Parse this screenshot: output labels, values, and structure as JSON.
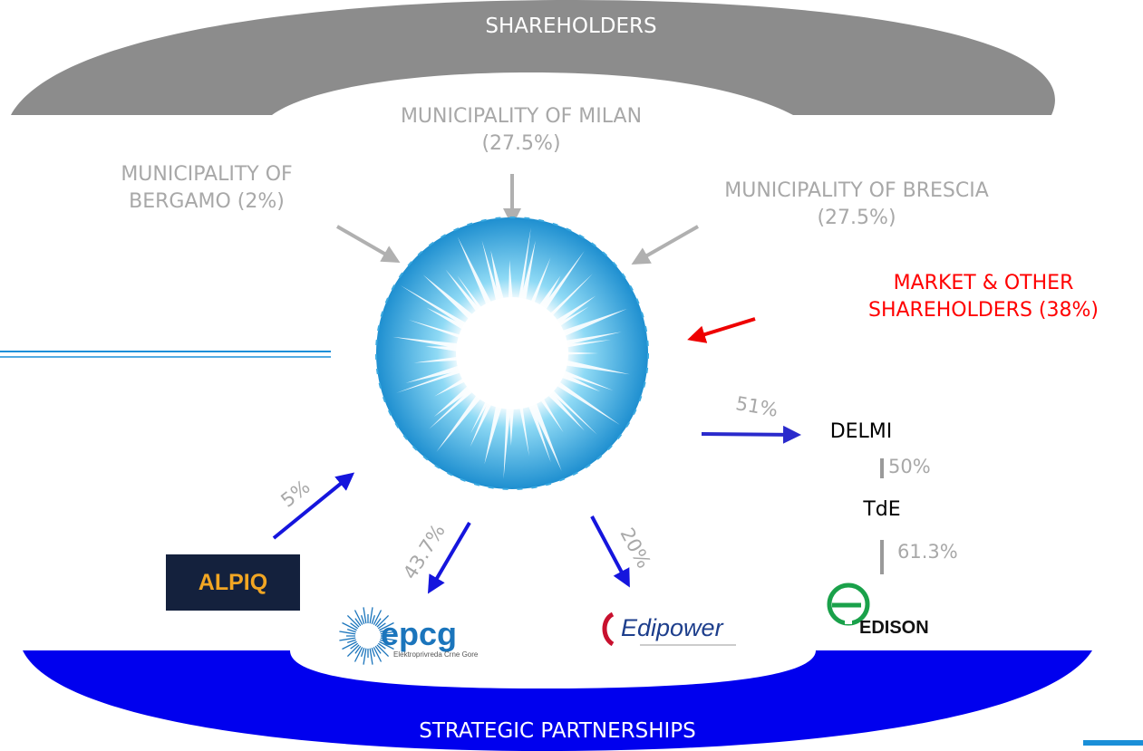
{
  "shareholders_label": "SHAREHOLDERS",
  "partnerships_label": "STRATEGIC PARTNERSHIPS",
  "shareholders": {
    "milan": "MUNICIPALITY OF MILAN\n(27.5%)",
    "bergamo": "MUNICIPALITY OF\nBERGAMO (2%)",
    "brescia": "MUNICIPALITY OF BRESCIA\n(27.5%)",
    "market": "MARKET & OTHER\nSHAREHOLDERS (38%)"
  },
  "holdings": {
    "delmi_pct": "51%",
    "delmi": "DELMI",
    "tde_pct": "50%",
    "tde": "TdE",
    "edison_pct": "61.3%",
    "alpiq_pct": "5%",
    "epcg_pct": "43.7%",
    "edipower_pct": "20%"
  },
  "logos": {
    "alpiq": "ALPIQ",
    "epcg": "epcg",
    "epcg_sub": "Elektroprivreda Crne Gore",
    "edipower": "Edipower",
    "edison": "EDISON"
  },
  "colors": {
    "band_top": "#8c8c8c",
    "band_bottom": "#0000ee",
    "arrow_grey": "#b0b0b0",
    "arrow_blue": "#2a2acc",
    "arrow_red": "#ee0000",
    "text_grey": "#a8a8a8",
    "text_red": "#ff0000",
    "burst_light": "#4fc3ea",
    "burst_dark": "#1e8fd0",
    "alpiq_bg": "#14213d",
    "alpiq_text": "#f2a623",
    "epcg_blue": "#1b75bc",
    "edipower_blue": "#1d3e8c",
    "edipower_red": "#c8102e",
    "edison_green": "#1aa14a",
    "accent_line": "#1a8fd8"
  }
}
